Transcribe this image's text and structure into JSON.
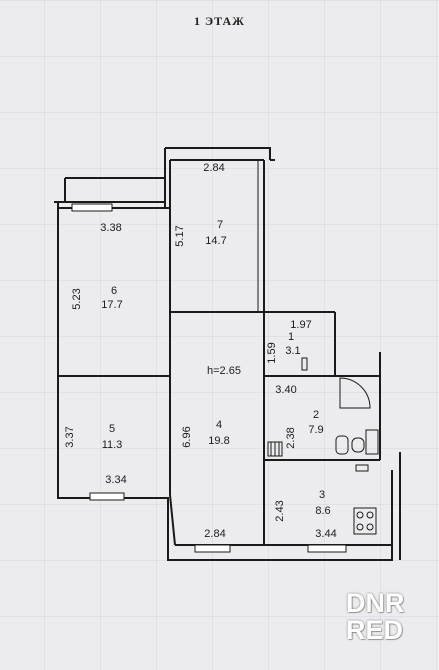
{
  "sheet": {
    "title": "1 ЭТАЖ"
  },
  "height_note": "h=2.65",
  "rooms": [
    {
      "id": "1",
      "area": "3.1"
    },
    {
      "id": "2",
      "area": "7.9"
    },
    {
      "id": "3",
      "area": "8.6"
    },
    {
      "id": "4",
      "area": "19.8"
    },
    {
      "id": "5",
      "area": "11.3"
    },
    {
      "id": "6",
      "area": "17.7"
    },
    {
      "id": "7",
      "area": "14.7"
    }
  ],
  "dimensions": {
    "r7_top": "2.84",
    "r7_side": "5.17",
    "r6_top": "3.38",
    "r6_side": "5.23",
    "r5_side": "3.37",
    "r5_bottom": "3.34",
    "r4_side": "6.96",
    "r4_bottom": "2.84",
    "r1_top": "1.97",
    "r1_side": "1.59",
    "r2_top": "3.40",
    "r2_side": "2.38",
    "r3_side": "2.43",
    "r3_bottom": "3.44"
  },
  "watermark": {
    "line1": "DNR",
    "line2": "RED"
  }
}
